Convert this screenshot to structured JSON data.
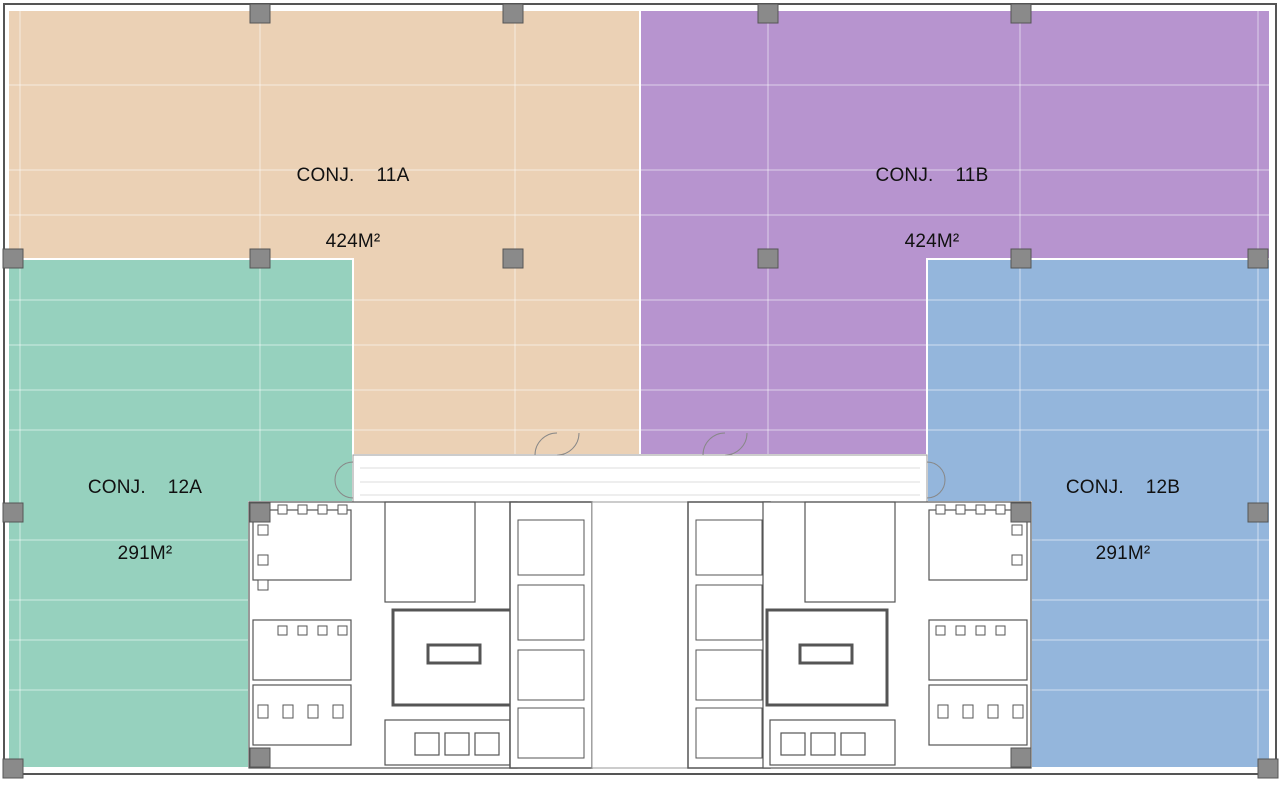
{
  "colors": {
    "unit_11a": "#ebd1b5",
    "unit_11b": "#b794cf",
    "unit_12a": "#96d1be",
    "unit_12b": "#94b6dc",
    "column": "#8a8a8a",
    "wall": "#444444",
    "line": "#b0b0b0"
  },
  "units": [
    {
      "id": "11a",
      "name": "CONJ.    11A",
      "area": "424M²"
    },
    {
      "id": "11b",
      "name": "CONJ.    11B",
      "area": "424M²"
    },
    {
      "id": "12a",
      "name": "CONJ.    12A",
      "area": "291M²"
    },
    {
      "id": "12b",
      "name": "CONJ.    12B",
      "area": "291M²"
    }
  ]
}
